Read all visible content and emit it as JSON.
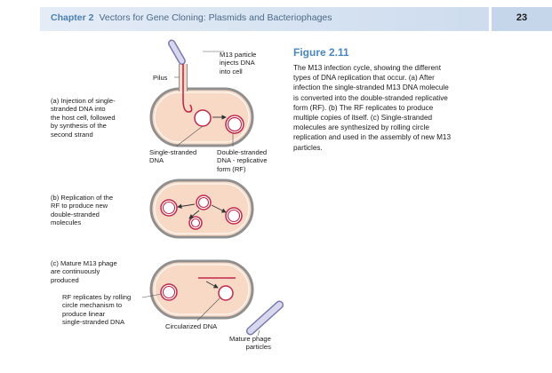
{
  "header": {
    "chapter_number": "Chapter 2",
    "chapter_title": "Vectors for Gene Cloning: Plasmids and Bacteriophages",
    "page_number": "23"
  },
  "figure": {
    "title": "Figure 2.11",
    "caption": "The M13 infection cycle, showing the different types of DNA replication that occur. (a) After infection the single-stranded M13 DNA molecule is converted into the double-stranded replicative form (RF). (b) The RF replicates to produce multiple copies of itself. (c) Single-stranded molecules are synthesized by rolling circle replication and used in the assembly of new M13 particles."
  },
  "labels": {
    "m13_particle": "M13 particle\ninjects DNA\ninto cell",
    "pilus": "Pilus",
    "step_a": "(a)  Injection of single-\n      stranded DNA into\n      the host cell, followed\n      by synthesis of the\n      second strand",
    "single_stranded": "Single-stranded\nDNA",
    "double_stranded": "Double-stranded\nDNA - replicative\nform (RF)",
    "step_b": "(b)  Replication of the\n      RF to produce new\n      double-stranded\n      molecules",
    "step_c": "(c)  Mature M13 phage\n      are continuously\n      produced",
    "rf_rolling": "RF replicates by rolling\ncircle mechanism to\nproduce linear\nsingle-stranded DNA",
    "circularized": "Circularized DNA",
    "mature_phage": "Mature phage\nparticles"
  },
  "colors": {
    "cell_fill": "#f7d9c6",
    "membrane": "#8f8f8f",
    "dna": "#c0294a",
    "phage": "#8a8ab8",
    "accent": "#4a86c0"
  }
}
